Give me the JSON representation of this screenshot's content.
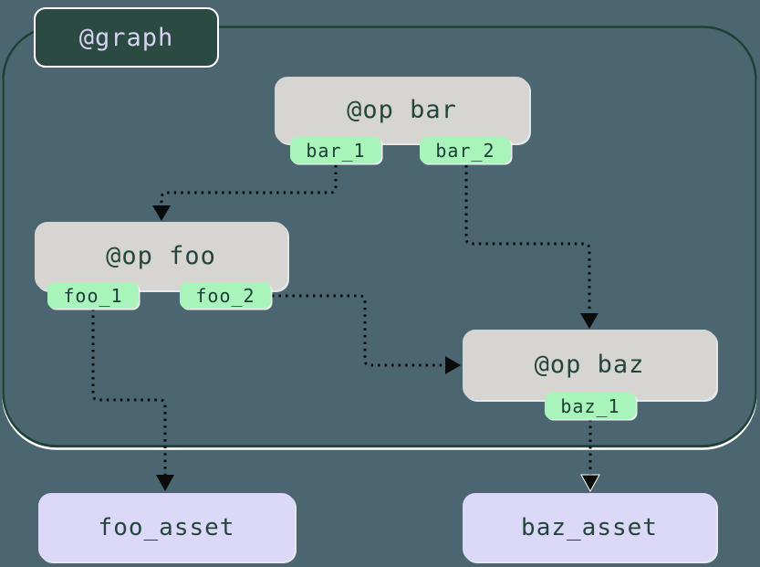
{
  "graph": {
    "label": "@graph"
  },
  "ops": [
    {
      "id": "bar",
      "label": "@op bar",
      "outputs": [
        "bar_1",
        "bar_2"
      ]
    },
    {
      "id": "foo",
      "label": "@op foo",
      "outputs": [
        "foo_1",
        "foo_2"
      ]
    },
    {
      "id": "baz",
      "label": "@op baz",
      "outputs": [
        "baz_1"
      ]
    }
  ],
  "assets": [
    {
      "label": "foo_asset"
    },
    {
      "label": "baz_asset"
    }
  ],
  "edges": [
    {
      "from": "bar_1",
      "to": "@op foo",
      "style": "dotted-arrow"
    },
    {
      "from": "bar_2",
      "to": "@op baz",
      "style": "dotted-arrow"
    },
    {
      "from": "foo_2",
      "to": "@op baz",
      "style": "dotted-arrow"
    },
    {
      "from": "foo_1",
      "to": "foo_asset",
      "style": "dotted-arrow"
    },
    {
      "from": "baz_1",
      "to": "baz_asset",
      "style": "dotted-arrow"
    }
  ],
  "colors": {
    "background": "#4b6670",
    "graph_badge_fill": "#2b4a41",
    "graph_badge_text": "#d7d3f2",
    "graph_border": "#1d4035",
    "graph_border_highlight": "#ffffff",
    "op_node_fill": "#d7d5d2",
    "output_tag_fill": "#a9f4bb",
    "asset_fill": "#dcd9f8",
    "node_text": "#24443d",
    "edge_color": "#0b0b0b"
  }
}
